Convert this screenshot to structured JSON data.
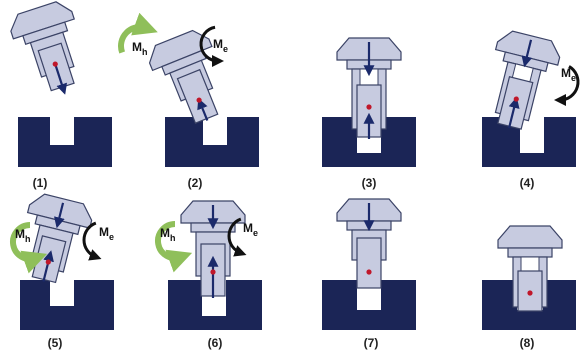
{
  "figure": {
    "panels": [
      {
        "label": "(1)"
      },
      {
        "label": "(2)"
      },
      {
        "label": "(3)"
      },
      {
        "label": "(4)"
      },
      {
        "label": "(5)"
      },
      {
        "label": "(6)"
      },
      {
        "label": "(7)"
      },
      {
        "label": "(8)"
      }
    ],
    "moment_labels": {
      "holding": {
        "main": "M",
        "sub": "h"
      },
      "external": {
        "main": "M",
        "sub": "e"
      }
    },
    "colors": {
      "block": "#1b2556",
      "part": "#c7cbe0",
      "part_stroke": "#3b4366",
      "force_arrow": "#1b2a6b",
      "center_dot": "#c0172a",
      "holding_moment": "#8fbf5a",
      "external_moment": "#111111"
    }
  }
}
